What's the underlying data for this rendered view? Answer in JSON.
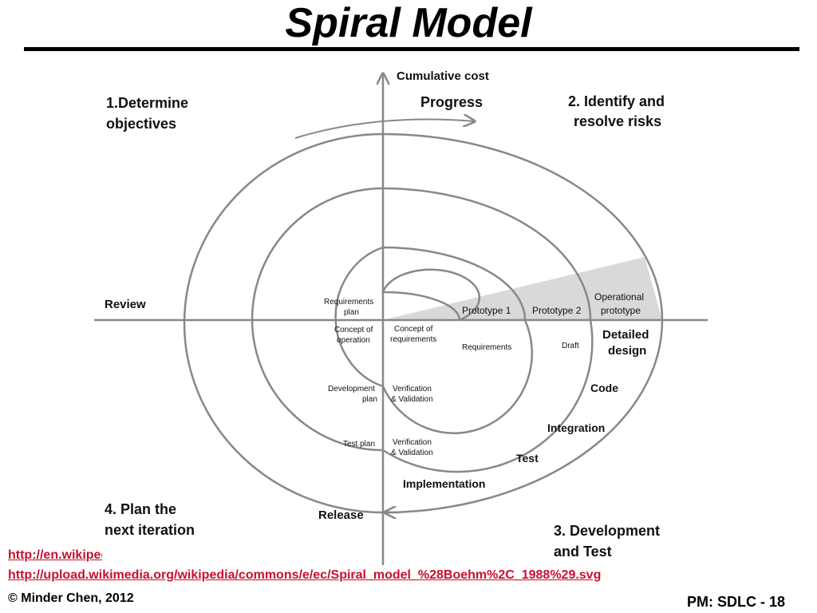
{
  "title": "Spiral Model",
  "diagram": {
    "axis_label": "Cumulative cost",
    "progress": "Progress",
    "quadrants": {
      "q1": [
        "1.Determine",
        "objectives"
      ],
      "q2": [
        "2. Identify and",
        "resolve risks"
      ],
      "q3": [
        "3. Development",
        "and Test"
      ],
      "q4": [
        "4. Plan the",
        "next iteration"
      ]
    },
    "review": "Review",
    "release": "Release",
    "prototypes": [
      "Prototype 1",
      "Prototype 2"
    ],
    "operational_prototype": [
      "Operational",
      "prototype"
    ],
    "requirements_plan": [
      "Requirements",
      "plan"
    ],
    "concept_of_operation": [
      "Concept of",
      "operation"
    ],
    "concept_of_requirements": [
      "Concept of",
      "requirements"
    ],
    "requirements": "Requirements",
    "draft": "Draft",
    "detailed_design": [
      "Detailed",
      "design"
    ],
    "code": "Code",
    "integration": "Integration",
    "test": "Test",
    "implementation": "Implementation",
    "development_plan": [
      "Development",
      "plan"
    ],
    "verification_1": [
      "Verification",
      "& Validation"
    ],
    "test_plan": "Test plan",
    "verification_2": [
      "Verification",
      "& Validation"
    ]
  },
  "links": [
    "http://en.wikipedia.org/wiki/Spiral_model",
    "http://upload.wikimedia.org/wikipedia/commons/e/ec/Spiral_model_%28Boehm%2C_1988%29.svg"
  ],
  "footer": {
    "copyright": "© Minder Chen, 2012",
    "page": "PM: SDLC - 18"
  }
}
